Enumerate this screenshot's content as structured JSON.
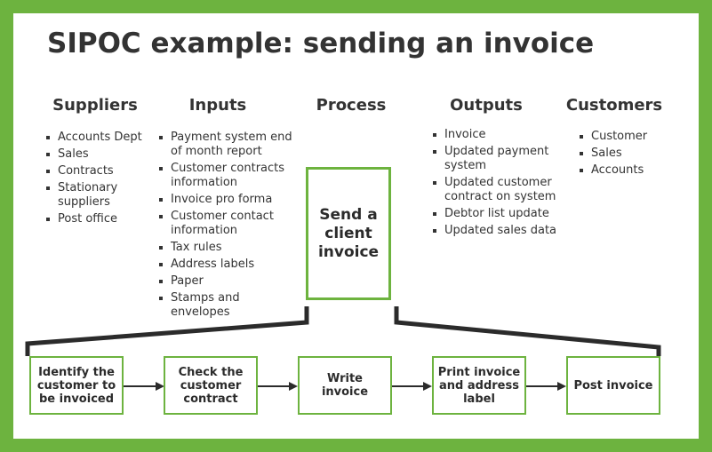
{
  "title": "SIPOC example: sending an invoice",
  "columns": {
    "suppliers": {
      "heading": "Suppliers",
      "items": [
        "Accounts Dept",
        "Sales",
        "Contracts",
        "Stationary suppliers",
        "Post office"
      ]
    },
    "inputs": {
      "heading": "Inputs",
      "items": [
        "Payment system end of month report",
        "Customer contracts information",
        "Invoice pro forma",
        "Customer contact information",
        "Tax rules",
        "Address labels",
        "Paper",
        "Stamps and envelopes"
      ]
    },
    "process": {
      "heading": "Process",
      "box_label": "Send a client invoice"
    },
    "outputs": {
      "heading": "Outputs",
      "items": [
        "Invoice",
        "Updated payment system",
        "Updated customer contract on system",
        "Debtor list update",
        "Updated sales data"
      ]
    },
    "customers": {
      "heading": "Customers",
      "items": [
        "Customer",
        "Sales",
        "Accounts"
      ]
    }
  },
  "steps": [
    "Identify the customer to be invoiced",
    "Check the customer contract",
    "Write invoice",
    "Print invoice and address label",
    "Post invoice"
  ],
  "colors": {
    "accent": "#6db33f",
    "text": "#333333",
    "line": "#2b2b2b"
  }
}
